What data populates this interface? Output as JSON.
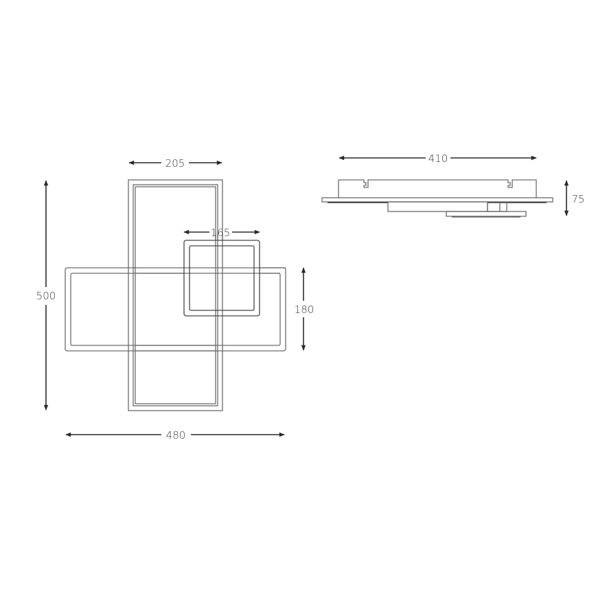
{
  "drawing": {
    "type": "technical dimension drawing",
    "front_view": {
      "dimensions": {
        "total_height": "500",
        "total_width": "480",
        "vertical_frame_width": "205",
        "small_square_width": "165",
        "horizontal_frame_height": "180"
      }
    },
    "side_view": {
      "dimensions": {
        "length": "410",
        "depth": "75"
      }
    },
    "colors": {
      "line": "#6a6a6a",
      "dimension_line": "#2a2a2a",
      "text": "#3a3a3a",
      "background": "#ffffff"
    }
  }
}
